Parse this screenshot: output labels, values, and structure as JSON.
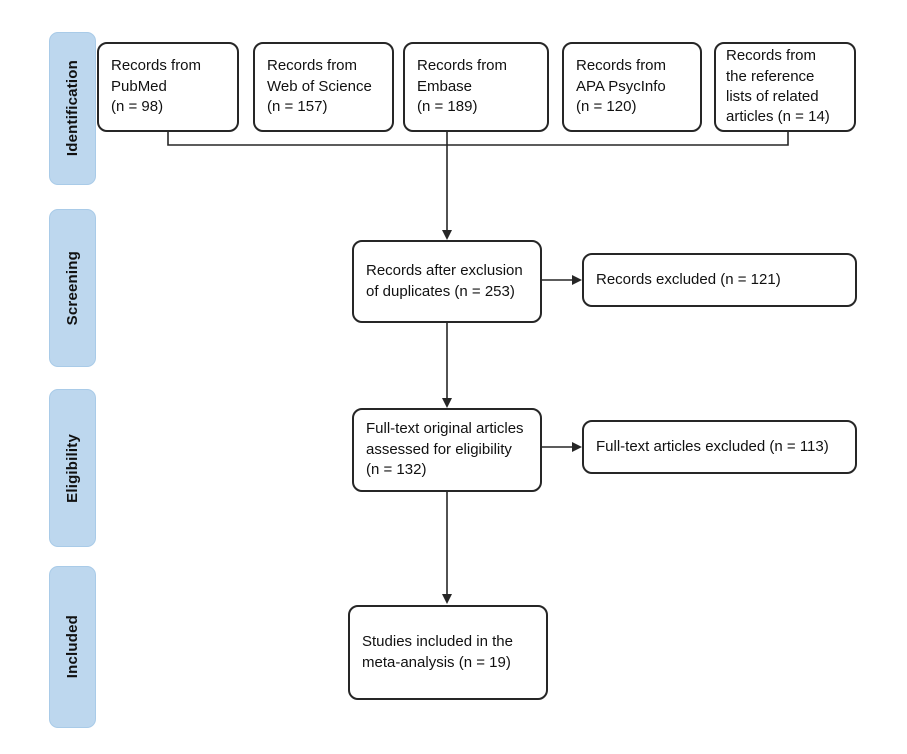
{
  "colors": {
    "sidebar-fill": "#bdd7ee",
    "sidebar-edge": "#a9cbe8",
    "line": "#262626",
    "text": "#111111",
    "canvas": "#ffffff"
  },
  "stages": [
    {
      "label": "Identification"
    },
    {
      "label": "Screening"
    },
    {
      "label": "Eligibility"
    },
    {
      "label": "Included"
    }
  ],
  "sources": [
    {
      "label": "Records from\nPubMed\n(n = 98)"
    },
    {
      "label": "Records from\nWeb of Science\n(n = 157)"
    },
    {
      "label": "Records from\nEmbase\n(n = 189)"
    },
    {
      "label": "Records from\nAPA PsycInfo\n(n = 120)"
    },
    {
      "label": "Records from\nthe reference\nlists of related\narticles (n = 14)"
    }
  ],
  "screening": {
    "main": "Records after exclusion\nof duplicates (n = 253)",
    "excluded": "Records excluded (n = 121)"
  },
  "eligibility": {
    "main": "Full-text original articles\nassessed for eligibility\n(n = 132)",
    "excluded": "Full-text articles excluded (n = 113)"
  },
  "included": {
    "main": "Studies included in the\nmeta-analysis (n = 19)"
  }
}
